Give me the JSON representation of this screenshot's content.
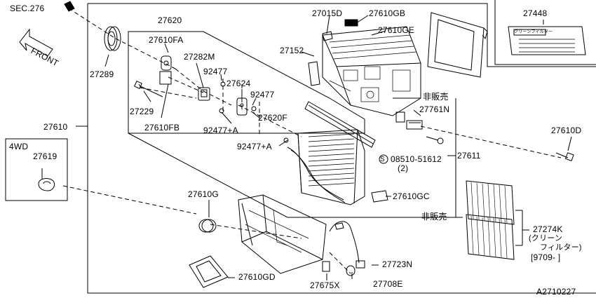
{
  "labels": {
    "sec": "SEC.276",
    "front": "FRONT",
    "p27289": "27289",
    "p27610": "27610",
    "p4wd": "4WD",
    "p27619": "27619",
    "p27620": "27620",
    "p27610FA": "27610FA",
    "p27282M": "27282M",
    "p92477a": "92477",
    "p27624": "27624",
    "p92477b": "92477",
    "p27229": "27229",
    "p92477A1": "92477+A",
    "p27610FB": "27610FB",
    "p27620F": "27620F",
    "p92477A2": "92477+A",
    "p27015D": "27015D",
    "p27610GB": "27610GB",
    "p27610GE": "27610GE",
    "p27152": "27152",
    "hihanbai1": "非販売",
    "p27761N": "27761N",
    "p27611": "27611",
    "screw": "08510-51612",
    "screw_s": "S",
    "screw_qty": "(2)",
    "p27610GC": "27610GC",
    "p27448": "27448",
    "p27610D": "27610D",
    "p27610G": "27610G",
    "hihanbai2": "非販売",
    "p27274K": "27274K",
    "filter_l1": "(クリーン",
    "filter_l2": "フィルター)",
    "filter_date": "[9709-  ]",
    "p27723N": "27723N",
    "p27610GD": "27610GD",
    "p27675X": "27675X",
    "p27708E": "27708E",
    "diagram_id": "A2710227",
    "label_sticker": "クリーンフィルター"
  }
}
